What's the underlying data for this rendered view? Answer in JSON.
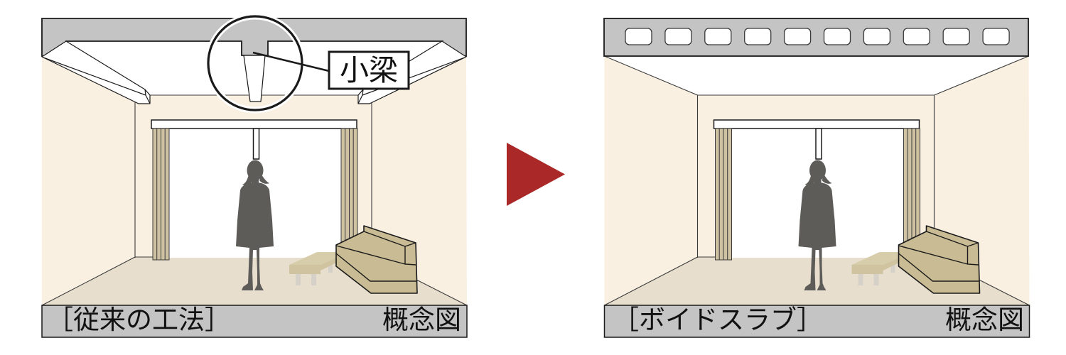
{
  "panels": {
    "left": {
      "caption": "［従来の工法］",
      "corner_note": "概念図",
      "callout_label": "小梁"
    },
    "right": {
      "caption": "［ボイドスラブ］",
      "corner_note": "概念図",
      "void_count": 10
    }
  },
  "arrow": {
    "direction": "right"
  },
  "colors": {
    "slab": "#c4c4c4",
    "wall": "#f9f0e2",
    "floor": "#e8decd",
    "curtain": "#cec2a2",
    "sofa": "#c9bc94",
    "bench": "#d8cdaa",
    "bench-dark": "#cfc3a0",
    "leg": "#d5d1c9",
    "person": "#5e5c59",
    "arrow": "#aa2828",
    "line-strong": "#1a1a1a",
    "line-thin": "#3a3a3a"
  }
}
